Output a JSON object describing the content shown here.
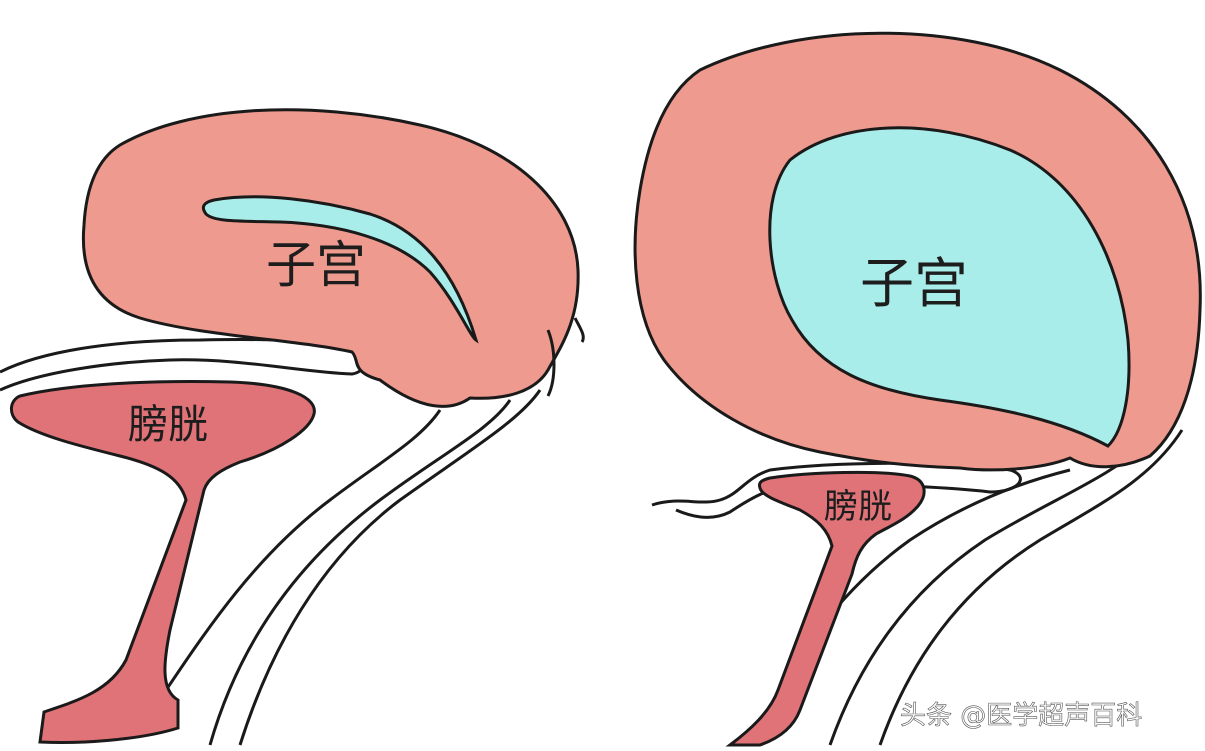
{
  "left_diagram": {
    "uterus_label": "子宫",
    "bladder_label": "膀胱"
  },
  "right_diagram": {
    "uterus_label": "子宫",
    "bladder_label": "膀胱"
  },
  "watermark": "头条 @医学超声百科",
  "colors": {
    "uterus_wall": "#EE9A8E",
    "cavity": "#A9EDEA",
    "bladder": "#E07378",
    "outline": "#1a1a1a",
    "background": "#ffffff"
  }
}
